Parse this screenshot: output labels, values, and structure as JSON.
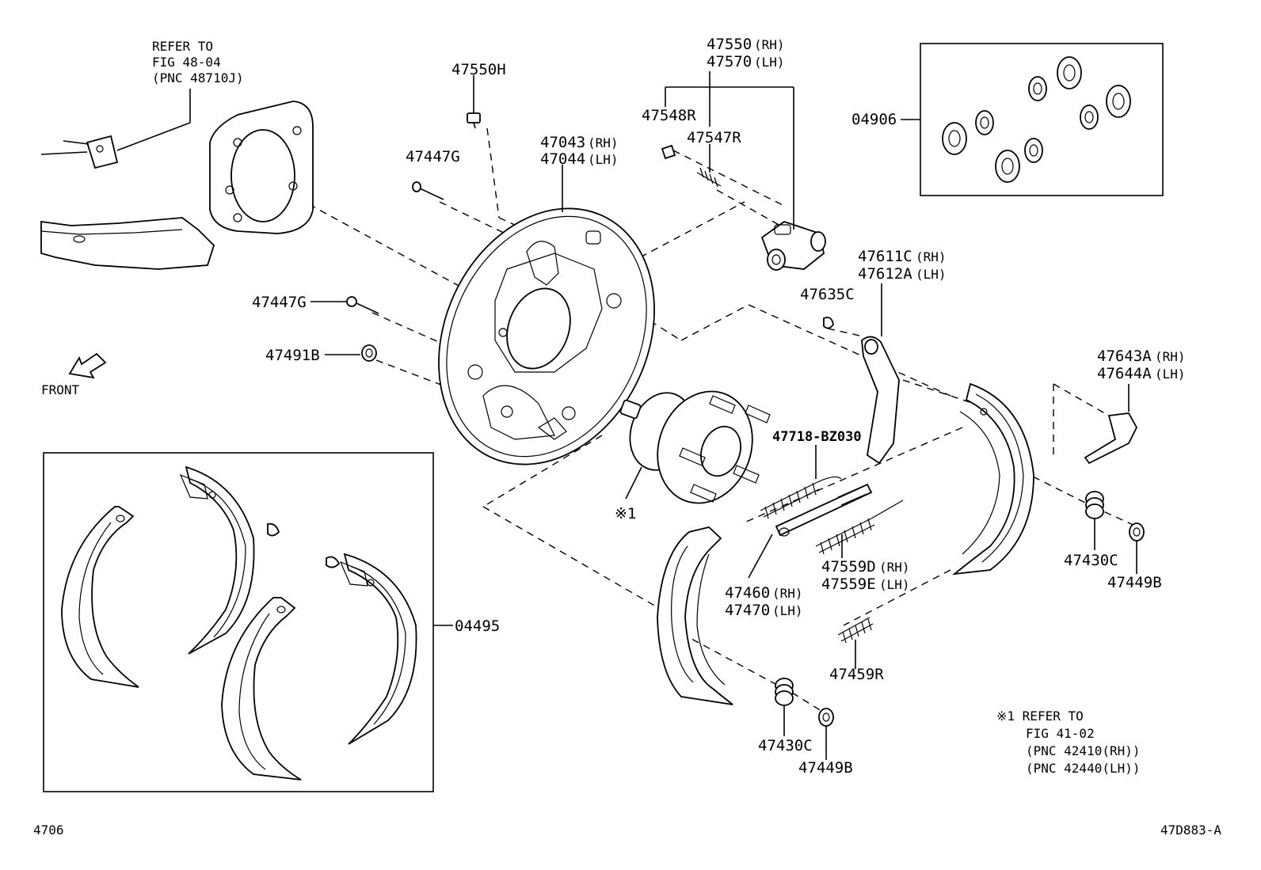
{
  "refer_top_left": [
    "REFER TO",
    "FIG 48-04",
    "(PNC 48710J)"
  ],
  "front_label": "FRONT",
  "labels": {
    "p47550H": "47550H",
    "p47447G_top": "47447G",
    "p47447G_left": "47447G",
    "p47491B": "47491B",
    "p47043": "47043",
    "p47044": "47044",
    "p47550": "47550",
    "p47570": "47570",
    "p47548R": "47548R",
    "p47547R": "47547R",
    "p04906": "04906",
    "p47611C": "47611C",
    "p47612A": "47612A",
    "p47635C": "47635C",
    "p47643A": "47643A",
    "p47644A": "47644A",
    "p47718": "47718-BZ030",
    "p47460": "47460",
    "p47470": "47470",
    "p47559D": "47559D",
    "p47559E": "47559E",
    "p47430C_right": "47430C",
    "p47449B_right": "47449B",
    "p47459R": "47459R",
    "p47430C_bottom": "47430C",
    "p47449B_bottom": "47449B",
    "p04495": "04495",
    "note1": "※1"
  },
  "side_rh": "(RH)",
  "side_lh": "(LH)",
  "refer_bottom_right": [
    "※1 REFER TO",
    "FIG 41-02",
    "(PNC 42410(RH))",
    "(PNC 42440(LH))"
  ],
  "footer_left": "4706",
  "footer_right": "47D883-A"
}
